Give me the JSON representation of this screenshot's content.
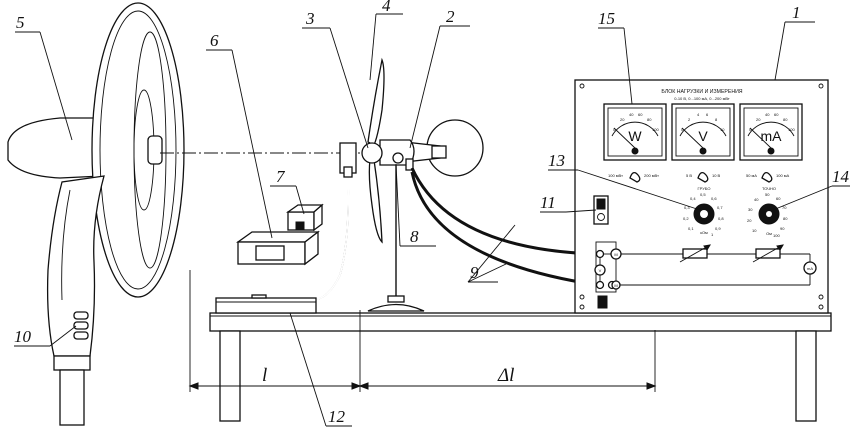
{
  "callouts": {
    "c1": "1",
    "c2": "2",
    "c3": "3",
    "c4": "4",
    "c5": "5",
    "c6": "6",
    "c7": "7",
    "c8": "8",
    "c9": "9",
    "c10": "10",
    "c11": "11",
    "c12": "12",
    "c13": "13",
    "c14": "14",
    "c15": "15"
  },
  "dimensions": {
    "l": "l",
    "delta_l": "Δl"
  },
  "panel": {
    "title": "БЛОК НАГРУЗКИ И ИЗМЕРЕНИЯ",
    "subtitle": "0-10 В, 0...100 мА, 0...200 мВт",
    "meter_w": {
      "unit": "W",
      "ticks": [
        "0",
        "20",
        "40",
        "60",
        "80",
        "100"
      ]
    },
    "meter_v": {
      "unit": "V",
      "ticks": [
        "0",
        "2",
        "4",
        "6",
        "8",
        "10"
      ]
    },
    "meter_ma": {
      "unit": "mA",
      "ticks": [
        "0",
        "20",
        "40",
        "60",
        "80",
        "100"
      ]
    },
    "switch_power": {
      "left": "100 мВт",
      "right": "200 мВт"
    },
    "switch_voltage": {
      "left": "5 В",
      "right": "10 В"
    },
    "switch_current": {
      "left": "50 мА",
      "right": "100 мА"
    },
    "knob_coarse": {
      "label": "ГРУБО",
      "unit": "кОм",
      "ticks": [
        "0,1",
        "0,2",
        "0,3",
        "0,4",
        "0,5",
        "0,6",
        "0,7",
        "0,8",
        "0,9",
        "1"
      ]
    },
    "knob_fine": {
      "label": "ТОЧНО",
      "unit": "Ом",
      "ticks": [
        "10",
        "20",
        "30",
        "40",
        "50",
        "60",
        "70",
        "80",
        "90",
        "100"
      ]
    },
    "circuit": {
      "v": "V",
      "m1": "M",
      "m2": "M",
      "ma": "mA"
    }
  }
}
